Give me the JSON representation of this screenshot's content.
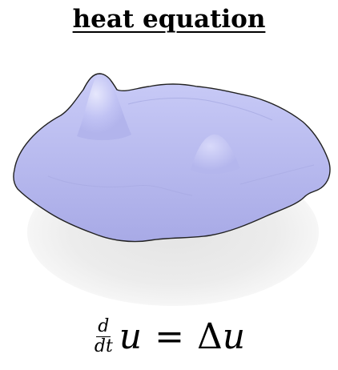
{
  "title": "heat equation",
  "illustration": {
    "surface_color": "#b9bbef",
    "shadow_color": "#ececec"
  },
  "equation": {
    "frac_numerator": "d",
    "frac_denominator": "dt",
    "lhs_var": "u",
    "equals": "=",
    "laplacian": "Δ",
    "rhs_var": "u"
  }
}
